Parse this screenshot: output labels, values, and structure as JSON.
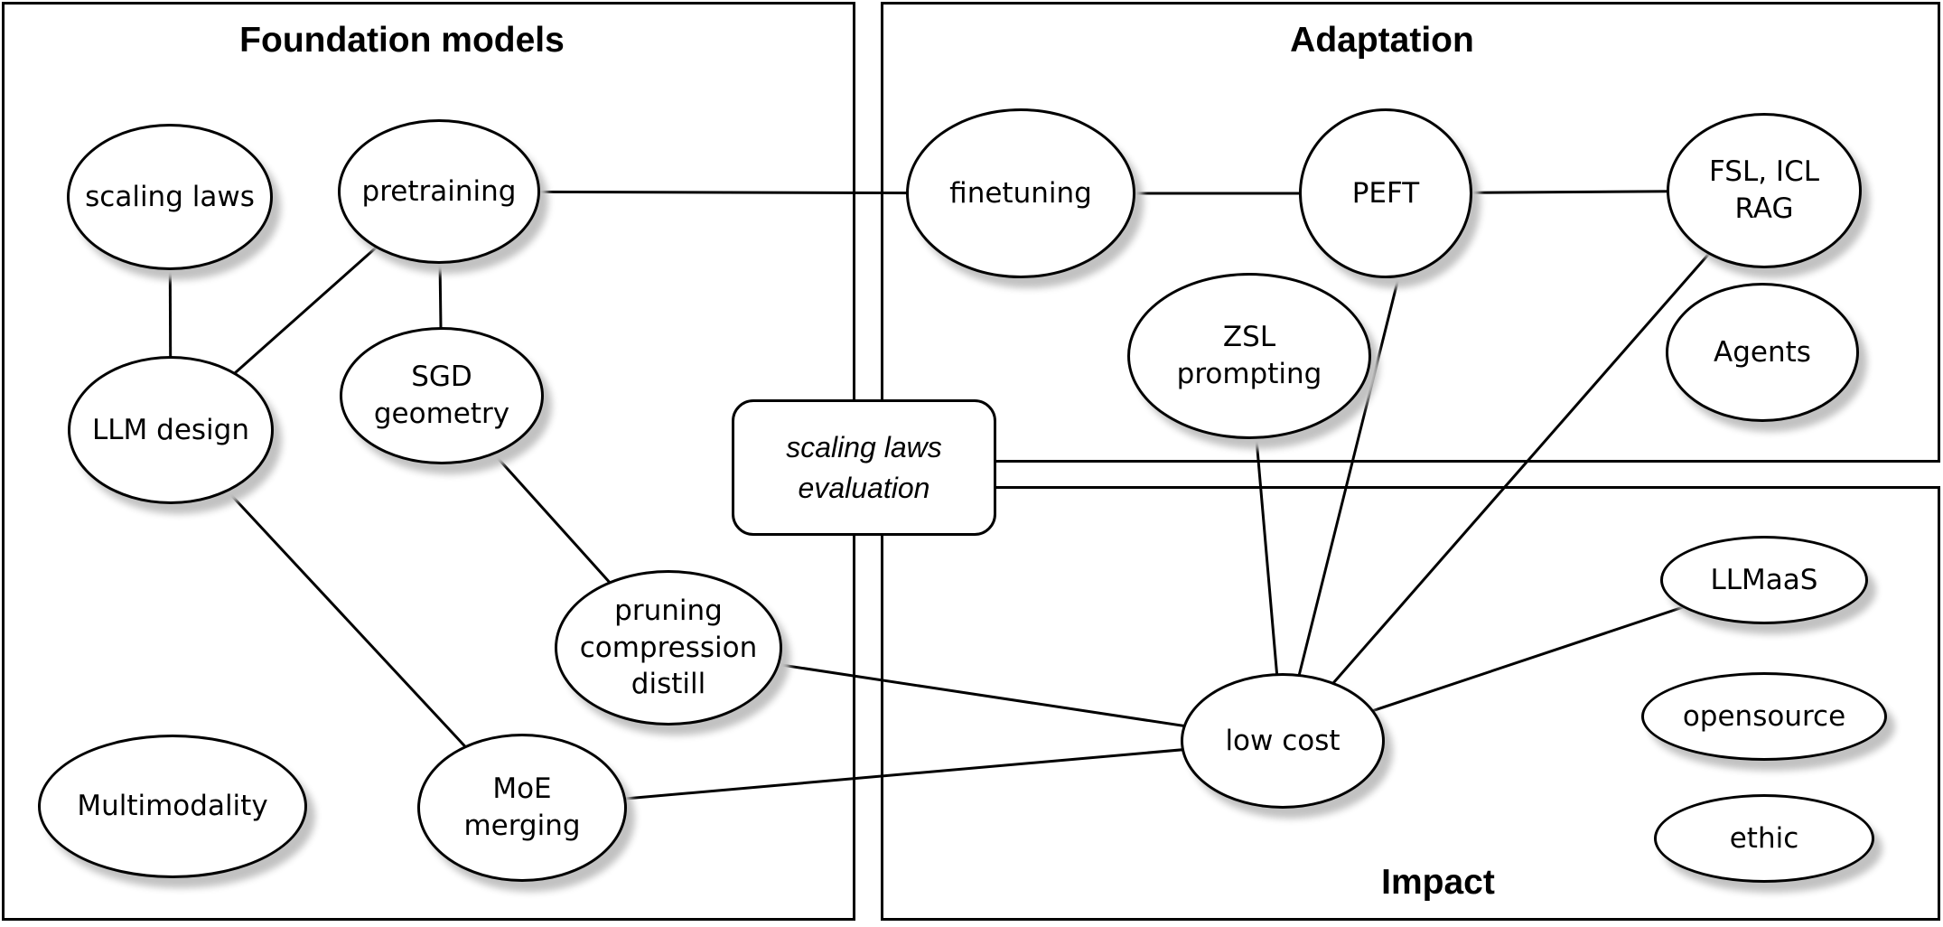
{
  "diagram": {
    "colors": {
      "background": "#ffffff",
      "stroke": "#000000",
      "node_fill": "#ffffff",
      "shadow": "#c2c2c2"
    },
    "groups": {
      "foundation": {
        "title": "Foundation models"
      },
      "adaptation": {
        "title": "Adaptation"
      },
      "impact": {
        "title": "Impact"
      }
    },
    "nodes": {
      "scaling_laws": {
        "lines": [
          "scaling laws"
        ]
      },
      "pretraining": {
        "lines": [
          "pretraining"
        ]
      },
      "llm_design": {
        "lines": [
          "LLM design"
        ]
      },
      "sgd_geometry": {
        "lines": [
          "SGD",
          "geometry"
        ]
      },
      "pruning": {
        "lines": [
          "pruning",
          "compression",
          "distill"
        ]
      },
      "moe_merging": {
        "lines": [
          "MoE",
          "merging"
        ]
      },
      "multimodality": {
        "lines": [
          "Multimodality"
        ]
      },
      "finetuning": {
        "lines": [
          "finetuning"
        ]
      },
      "peft": {
        "lines": [
          "PEFT"
        ]
      },
      "fsl_icl_rag": {
        "lines": [
          "FSL, ICL",
          "RAG"
        ]
      },
      "zsl_prompting": {
        "lines": [
          "ZSL",
          "prompting"
        ]
      },
      "agents": {
        "lines": [
          "Agents"
        ]
      },
      "llmaas": {
        "lines": [
          "LLMaaS"
        ]
      },
      "opensource": {
        "lines": [
          "opensource"
        ]
      },
      "ethic": {
        "lines": [
          "ethic"
        ]
      },
      "low_cost": {
        "lines": [
          "low cost"
        ]
      }
    },
    "note_box": {
      "lines": [
        "scaling laws",
        "evaluation"
      ]
    },
    "edges": [
      {
        "from": "scaling_laws",
        "to": "llm_design"
      },
      {
        "from": "pretraining",
        "to": "llm_design"
      },
      {
        "from": "pretraining",
        "to": "sgd_geometry"
      },
      {
        "from": "pretraining",
        "to": "finetuning"
      },
      {
        "from": "sgd_geometry",
        "to": "pruning"
      },
      {
        "from": "llm_design",
        "to": "moe_merging"
      },
      {
        "from": "pruning",
        "to": "low_cost"
      },
      {
        "from": "moe_merging",
        "to": "low_cost"
      },
      {
        "from": "finetuning",
        "to": "peft"
      },
      {
        "from": "peft",
        "to": "fsl_icl_rag"
      },
      {
        "from": "zsl_prompting",
        "to": "low_cost"
      },
      {
        "from": "peft",
        "to": "low_cost"
      },
      {
        "from": "fsl_icl_rag",
        "to": "low_cost"
      },
      {
        "from": "low_cost",
        "to": "llmaas"
      }
    ]
  }
}
